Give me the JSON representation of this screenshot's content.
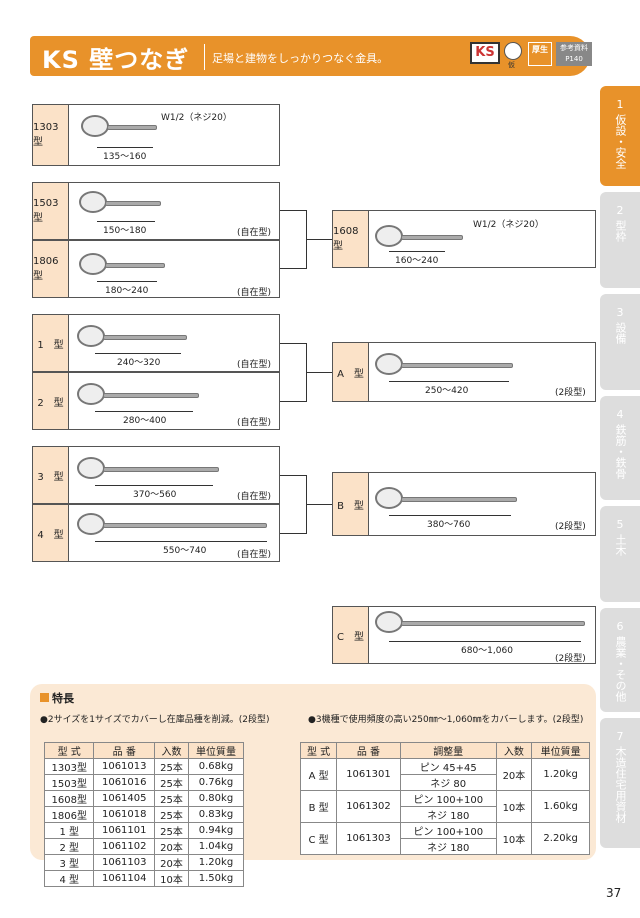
{
  "header": {
    "title": "KS 壁つなぎ",
    "subtitle": "足場と建物をしっかりつなぐ金具。",
    "logo": "KS",
    "gov_label": "仮",
    "mhlw": "厚生",
    "ref": "参考資料 P140"
  },
  "tabs": [
    {
      "num": "1",
      "label": "仮設・安全",
      "active": true
    },
    {
      "num": "2",
      "label": "型枠"
    },
    {
      "num": "3",
      "label": "設備"
    },
    {
      "num": "4",
      "label": "鉄筋・鉄骨"
    },
    {
      "num": "5",
      "label": "土木"
    },
    {
      "num": "6",
      "label": "農業・その他"
    },
    {
      "num": "7",
      "label": "木造住宅用資材"
    }
  ],
  "products": {
    "p1303": {
      "label": "1303型",
      "dim": "135～160",
      "thread": "W1/2（ネジ20）"
    },
    "p1503": {
      "label": "1503型",
      "dim": "150～180",
      "note": "(自在型)"
    },
    "p1806": {
      "label": "1806型",
      "dim": "180～240",
      "note": "(自在型)"
    },
    "p1608": {
      "label": "1608型",
      "dim": "160～240",
      "thread": "W1/2（ネジ20）"
    },
    "p1": {
      "label": "1　型",
      "dim": "240～320",
      "note": "(自在型)"
    },
    "p2": {
      "label": "2　型",
      "dim": "280～400",
      "note": "(自在型)"
    },
    "pA": {
      "label": "A　型",
      "dim": "250～420",
      "note": "(2段型)"
    },
    "p3": {
      "label": "3　型",
      "dim": "370～560",
      "note": "(自在型)"
    },
    "p4": {
      "label": "4　型",
      "dim": "550～740",
      "note": "(自在型)"
    },
    "pB": {
      "label": "B　型",
      "dim": "380～760",
      "note": "(2段型)"
    },
    "pC": {
      "label": "C　型",
      "dim": "680～1,060",
      "note": "(2段型)"
    }
  },
  "features": {
    "title": "特長",
    "point1": "●2サイズを1サイズでカバーし在庫品種を削減。(2段型)",
    "point2": "●3機種で使用頻度の高い250㎜～1,060㎜をカバーします。(2段型)"
  },
  "table1": {
    "headers": [
      "型 式",
      "品 番",
      "入数",
      "単位質量"
    ],
    "rows": [
      [
        "1303型",
        "1061013",
        "25本",
        "0.68kg"
      ],
      [
        "1503型",
        "1061016",
        "25本",
        "0.76kg"
      ],
      [
        "1608型",
        "1061405",
        "25本",
        "0.80kg"
      ],
      [
        "1806型",
        "1061018",
        "25本",
        "0.83kg"
      ],
      [
        "1 型",
        "1061101",
        "25本",
        "0.94kg"
      ],
      [
        "2 型",
        "1061102",
        "20本",
        "1.04kg"
      ],
      [
        "3 型",
        "1061103",
        "20本",
        "1.20kg"
      ],
      [
        "4 型",
        "1061104",
        "10本",
        "1.50kg"
      ]
    ]
  },
  "table2": {
    "headers": [
      "型 式",
      "品 番",
      "調整量",
      "入数",
      "単位質量"
    ],
    "rows": [
      {
        "model": "A 型",
        "code": "1061301",
        "adj1": "ピン 45+45",
        "adj2": "ネジ 80",
        "qty": "20本",
        "mass": "1.20kg"
      },
      {
        "model": "B 型",
        "code": "1061302",
        "adj1": "ピン 100+100",
        "adj2": "ネジ 180",
        "qty": "10本",
        "mass": "1.60kg"
      },
      {
        "model": "C 型",
        "code": "1061303",
        "adj1": "ピン 100+100",
        "adj2": "ネジ 180",
        "qty": "10本",
        "mass": "2.20kg"
      }
    ]
  },
  "page_number": "37"
}
